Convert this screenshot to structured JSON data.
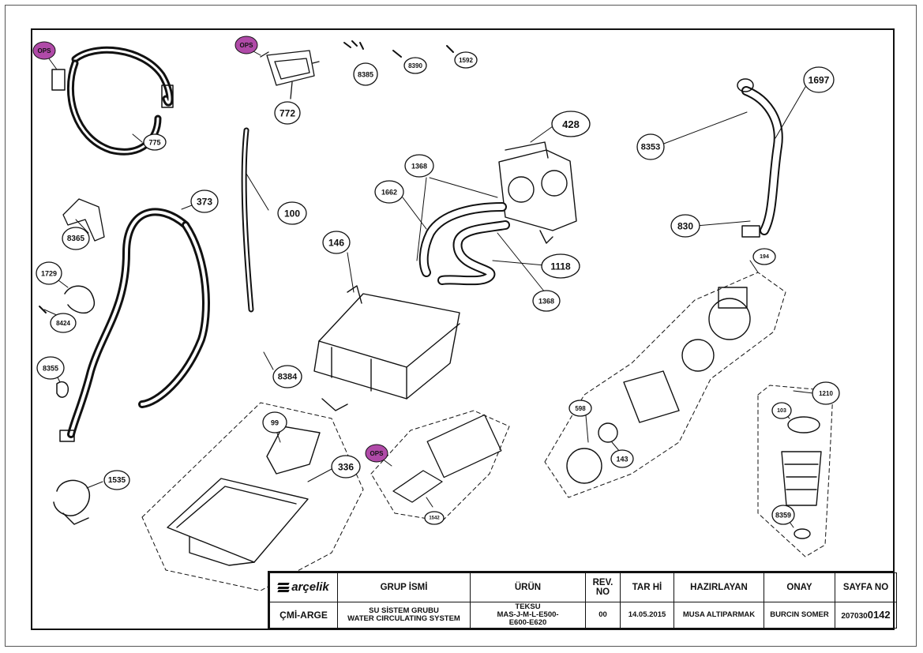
{
  "diagram": {
    "ops_badge": "OPS",
    "labels": [
      "775",
      "772",
      "8385",
      "8390",
      "1592",
      "1697",
      "8353",
      "830",
      "428",
      "1368",
      "1662",
      "1118",
      "1368",
      "100",
      "373",
      "146",
      "8365",
      "1729",
      "8424",
      "8355",
      "8384",
      "99",
      "336",
      "1535",
      "1542",
      "194",
      "598",
      "143",
      "1210",
      "103",
      "8359"
    ]
  },
  "title_block": {
    "logo_text": "arçelik",
    "headers": {
      "group": "GRUP İSMİ",
      "product": "ÜRÜN",
      "rev": "REV. NO",
      "date": "TAR Hİ",
      "prepared": "HAZIRLAYAN",
      "approval": "ONAY",
      "page": "SAYFA NO"
    },
    "values": {
      "department": "ÇMİ-ARGE",
      "group_tr": "SU SİSTEM GRUBU",
      "group_en": "WATER CIRCULATING SYSTEM",
      "product_line1": "TEKSU",
      "product_line2": "MAS-J-M-L-E500-",
      "product_line3": "E600-E620",
      "rev": "00",
      "date": "14.05.2015",
      "prepared": "MUSA ALTIPARMAK",
      "approval": "BURCIN SOMER",
      "page_prefix": "207030",
      "page_number": "0142"
    }
  }
}
